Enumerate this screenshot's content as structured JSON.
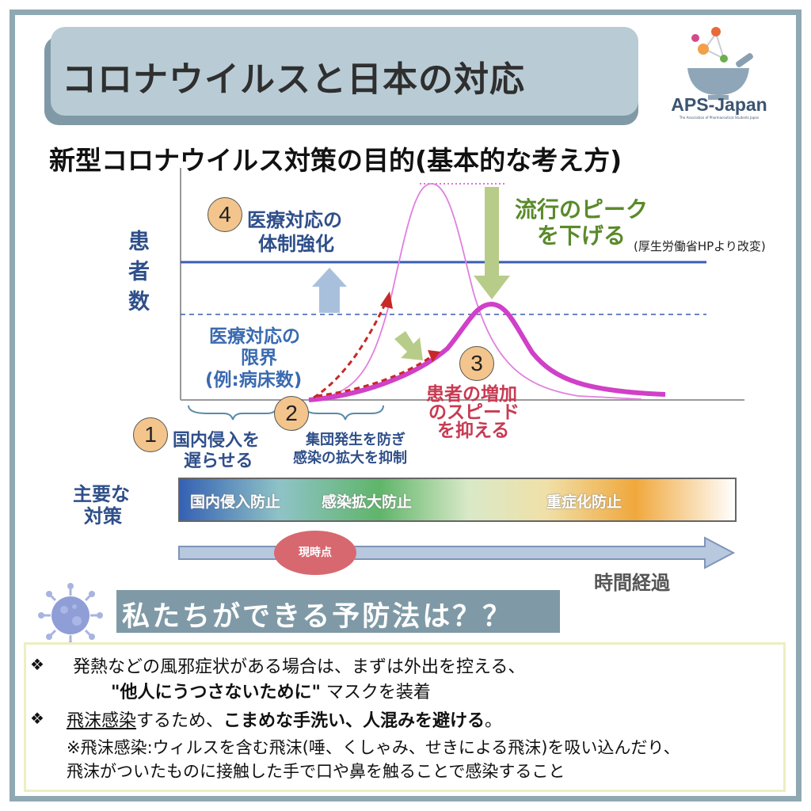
{
  "header": {
    "title": "コロナウイルスと日本の対応",
    "logo_text": "APS-Japan",
    "logo_subtext": "The Association of Pharmaceutical Students Japan"
  },
  "diagram": {
    "subtitle": "新型コロナウイルス対策の目的(基本的な考え方)",
    "y_axis_label": [
      "患",
      "者",
      "数"
    ],
    "item4_num": "4",
    "item4_label_1": "医療対応の",
    "item4_label_2": "体制強化",
    "limit_label_1": "医療対応の",
    "limit_label_2": "限界",
    "limit_label_3": "(例:病床数)",
    "peak_label_1": "流行のピーク",
    "peak_label_2": "を下げる",
    "source": "(厚生労働省HPより改変)",
    "item1_num": "1",
    "item1_label_1": "国内侵入を",
    "item1_label_2": "遅らせる",
    "item2_num": "2",
    "item2_label_1": "集団発生を防ぎ",
    "item2_label_2": "感染の拡大を抑制",
    "item3_num": "3",
    "item3_label_1": "患者の増加",
    "item3_label_2": "のスピード",
    "item3_label_3": "を抑える",
    "measures_label_1": "主要な",
    "measures_label_2": "対策",
    "measures": [
      "国内侵入防止",
      "感染拡大防止",
      "重症化防止"
    ],
    "now_label": "現時点",
    "time_label": "時間経過"
  },
  "prevention": {
    "heading": "私たちができる予防法は？？",
    "tip1_line1": "発熱などの風邪症状がある場合は、まずは外出を控える、",
    "tip1_line2_bold": "\"他人にうつさないために\"",
    "tip1_line2_rest": " マスクを装着",
    "tip2_underlined": "飛沫感染",
    "tip2_mid": "するため、",
    "tip2_bold": "こまめな手洗い、人混みを避ける",
    "tip2_end": "。",
    "note_line1": "※飛沫感染:ウィルスを含む飛沫(唾、くしゃみ、せきによる飛沫)を吸い込んだり、",
    "note_line2": "飛沫がついたものに接触した手で口や鼻を触ることで感染すること",
    "bullet": "❖"
  },
  "colors": {
    "title_box": "#b9ccd5",
    "frame": "#8fa9b3",
    "navy_text": "#2f4f8a",
    "green_text": "#5a8a2a",
    "red_text": "#c83a52",
    "magenta_curve": "#d040c8"
  },
  "icons": [
    "logo-icon",
    "virus-icon",
    "arrow-up-icon",
    "arrow-down-icon",
    "time-arrow-icon"
  ]
}
